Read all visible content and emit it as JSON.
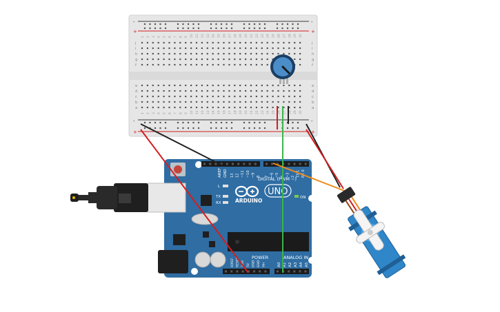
{
  "breadboard": {
    "rows_top": [
      "j",
      "i",
      "h",
      "g",
      "f"
    ],
    "rows_bottom": [
      "e",
      "d",
      "c",
      "b",
      "a"
    ],
    "rail_minus": "-",
    "rail_plus": "+",
    "column_count": 30
  },
  "arduino": {
    "brand": "ARDUINO",
    "model": "UNO",
    "digital_label": "DIGITAL (PWM ~)",
    "power_label": "POWER",
    "analog_label": "ANALOG IN",
    "on_label": "ON",
    "led_l": "L",
    "led_tx": "TX",
    "led_rx": "RX",
    "aref_label": "AREF",
    "gnd_label": "GND",
    "digital_pins": [
      "13",
      "12",
      "~11",
      "~10",
      "~9",
      "8",
      "7",
      "~6",
      "~5",
      "4",
      "~3",
      "2",
      "TX 1",
      "RX 0"
    ],
    "power_pins": [
      "IOREF",
      "RESET",
      "3.3V",
      "5V",
      "GND",
      "GND",
      "Vin"
    ],
    "analog_pins": [
      "A0",
      "A1",
      "A2",
      "A3",
      "A4",
      "A5"
    ]
  },
  "colors": {
    "board_blue": "#2f6da3",
    "breadboard": "#e8e8e8",
    "wire_red": "#d21f1f",
    "wire_black": "#222222",
    "wire_green": "#3bb54a",
    "wire_orange": "#f08a1c",
    "servo_blue": "#2f86c9"
  },
  "icons": {
    "usb_plug": "usb-plug-icon",
    "power_jack": "dc-power-jack-icon",
    "potentiometer": "potentiometer-icon",
    "servo": "servo-motor-icon",
    "arduino_logo": "arduino-infinity-logo-icon"
  }
}
